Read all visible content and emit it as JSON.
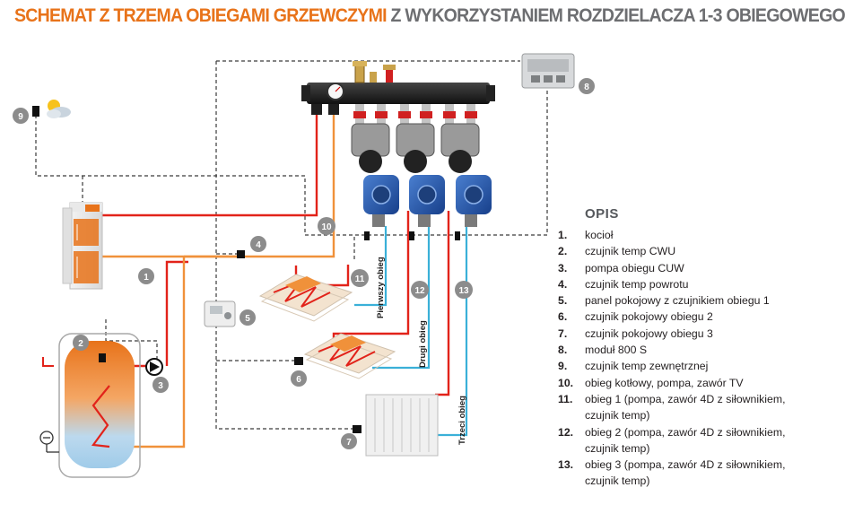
{
  "title": {
    "part1": "SCHEMAT Z TRZEMA OBIEGAMI GRZEWCZYMI",
    "part2": "Z WYKORZYSTANIEM ROZDZIELACZA 1-3 OBIEGOWEGO"
  },
  "callouts": {
    "c1": "1",
    "c2": "2",
    "c3": "3",
    "c4": "4",
    "c5": "5",
    "c6": "6",
    "c7": "7",
    "c8": "8",
    "c9": "9",
    "c10": "10",
    "c11": "11",
    "c12": "12",
    "c13": "13"
  },
  "pipe_labels": {
    "circuit1": "Pierwszy obieg",
    "circuit2": "Drugi obieg",
    "circuit3": "Trzeci obieg"
  },
  "legend": {
    "heading": "OPIS",
    "items": [
      {
        "num": "1.",
        "text": "kocioł"
      },
      {
        "num": "2.",
        "text": "czujnik temp CWU"
      },
      {
        "num": "3.",
        "text": "pompa obiegu CUW"
      },
      {
        "num": "4.",
        "text": "czujnik temp powrotu"
      },
      {
        "num": "5.",
        "text": "panel pokojowy z czujnikiem obiegu 1"
      },
      {
        "num": "6.",
        "text": "czujnik pokojowy obiegu 2"
      },
      {
        "num": "7.",
        "text": "czujnik pokojowy obiegu 3"
      },
      {
        "num": "8.",
        "text": "moduł 800 S"
      },
      {
        "num": "9.",
        "text": "czujnik temp zewnętrznej"
      },
      {
        "num": "10.",
        "text": "obieg kotłowy, pompa, zawór TV"
      },
      {
        "num": "11.",
        "text": "obieg 1 (pompa, zawór 4D z siłownikiem, czujnik temp)"
      },
      {
        "num": "12.",
        "text": "obieg 2 (pompa, zawór 4D z siłownikiem, czujnik temp)"
      },
      {
        "num": "13.",
        "text": "obieg 3 (pompa, zawór 4D z siłownikiem, czujnik temp)"
      }
    ]
  },
  "colors": {
    "title_orange": "#e8731a",
    "title_grey": "#6d6e71",
    "supply_red": "#e2231a",
    "return_orange": "#f0913a",
    "circuit_blue": "#3ab0d8",
    "signal_dashed": "#3a3a3a",
    "callout_grey": "#8c8c8c"
  }
}
